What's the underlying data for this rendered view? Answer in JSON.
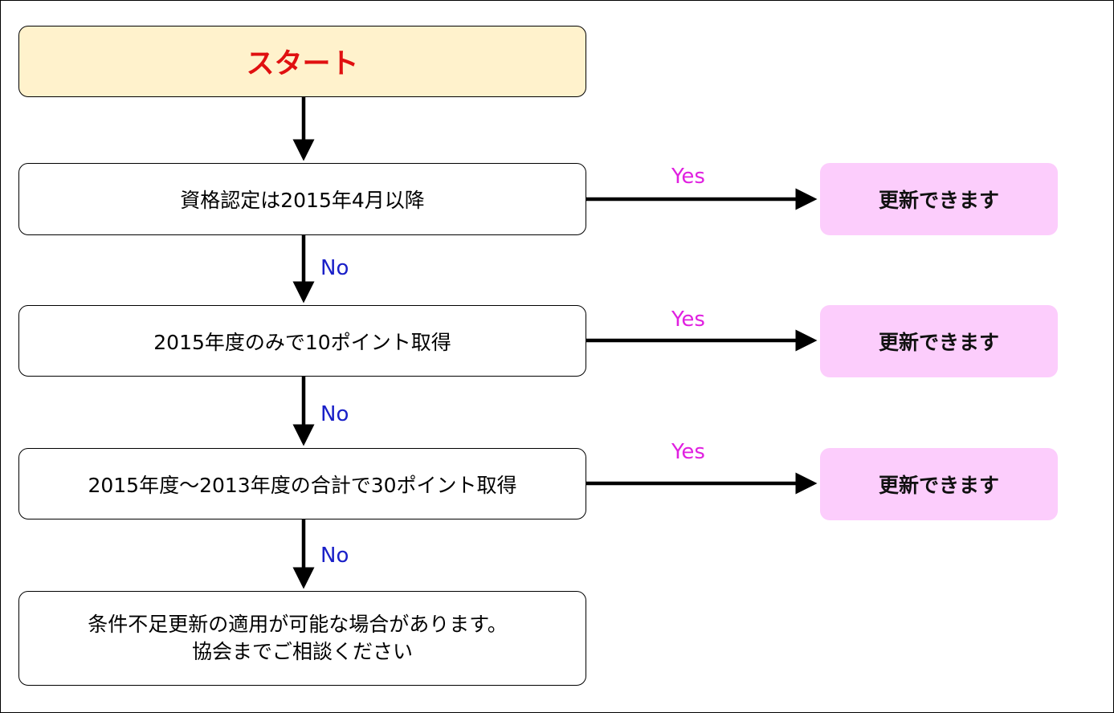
{
  "start": "スタート",
  "questions": [
    "資格認定は2015年4月以降",
    "2015年度のみで10ポイント取得",
    "2015年度～2013年度の合計で30ポイント取得"
  ],
  "results": [
    "更新できます",
    "更新できます",
    "更新できます"
  ],
  "end_lines": [
    "条件不足更新の適用が可能な場合があります。",
    "協会までご相談ください"
  ],
  "labels": {
    "yes": "Yes",
    "no": "No"
  },
  "colors": {
    "start_fill": "#fff2cc",
    "start_text": "#e01010",
    "result_fill": "#fccdfc",
    "yes": "#e020e0",
    "no": "#1a20c8"
  }
}
